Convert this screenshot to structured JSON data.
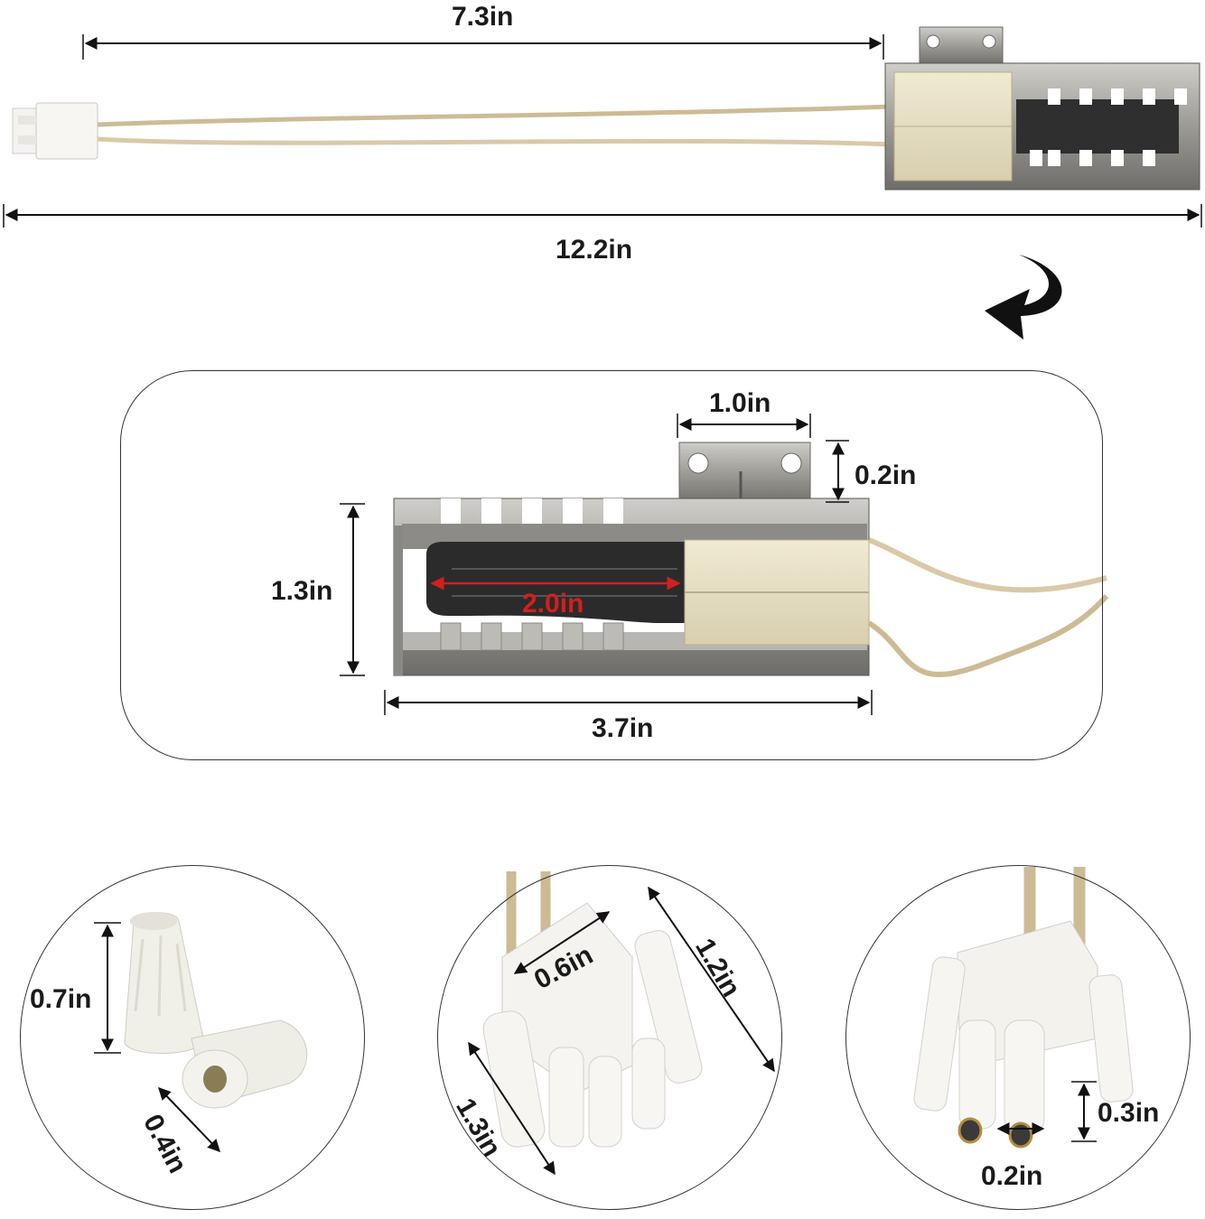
{
  "top": {
    "wire_length": "7.3in",
    "overall_length": "12.2in"
  },
  "detail": {
    "bracket_width": "1.0in",
    "bracket_height": "0.2in",
    "body_height": "1.3in",
    "element_length": "2.0in",
    "body_length": "3.7in"
  },
  "wire_nut": {
    "height": "0.7in",
    "diameter": "0.4in"
  },
  "connector": {
    "width": "0.6in",
    "length": "1.2in",
    "pin_length": "1.3in"
  },
  "terminal": {
    "height": "0.3in",
    "spacing": "0.2in"
  },
  "colors": {
    "metal": "#a9a7a3",
    "ceramic": "#e6dec2",
    "element": "#2b2b2b",
    "wire": "#d9c9a6",
    "plastic": "#f1efe8",
    "accent_red": "#d21f1f"
  },
  "icons": [
    "curved-arrow-icon"
  ]
}
